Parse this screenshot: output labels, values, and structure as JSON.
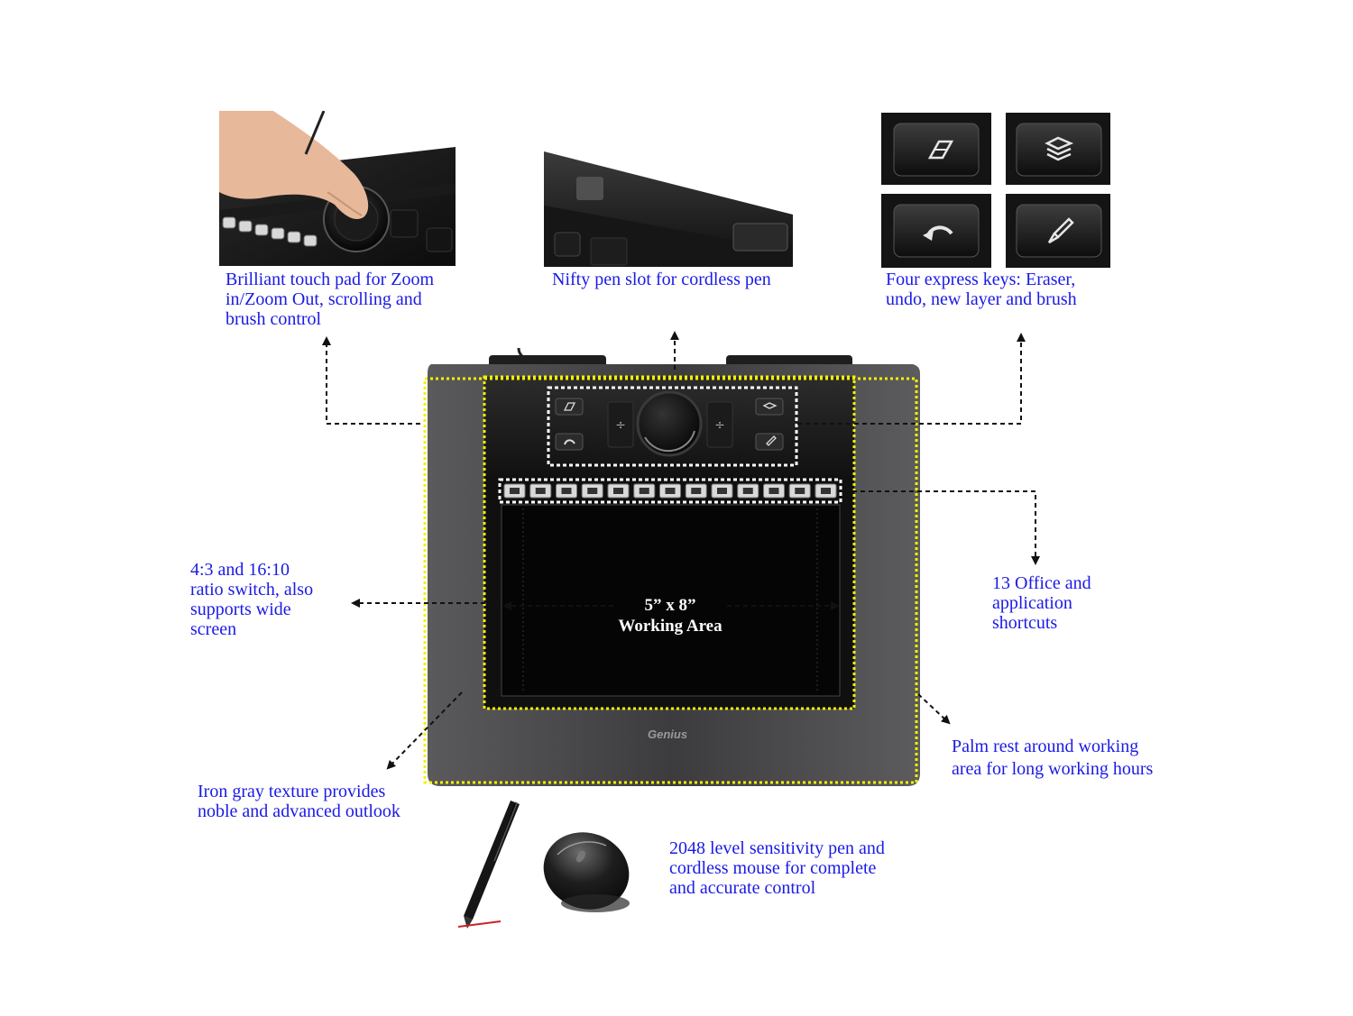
{
  "captions": {
    "touchpad": [
      "Brilliant touch pad for Zoom",
      "in/Zoom Out, scrolling and",
      "brush control"
    ],
    "pen_slot": [
      "Nifty pen slot for cordless pen"
    ],
    "express_keys": [
      "Four express keys: Eraser,",
      "undo, new layer and brush"
    ],
    "ratio_switch": [
      "4:3 and 16:10",
      "ratio switch, also",
      "supports wide",
      "screen"
    ],
    "shortcuts": [
      "13 Office and",
      "application",
      "shortcuts"
    ],
    "palm_rest": [
      "Palm rest around working",
      "area for long working hours"
    ],
    "texture": [
      "Iron gray texture provides",
      "noble and advanced outlook"
    ],
    "pen_mouse": [
      "2048 level sensitivity pen and",
      "cordless mouse for complete",
      "and accurate control"
    ]
  },
  "working_area": {
    "size": "5” x 8”",
    "label": "Working Area"
  },
  "brand_logo": "Genius",
  "icons": {
    "express_keys": [
      "eraser-icon",
      "layers-icon",
      "undo-icon",
      "brush-icon"
    ],
    "shortcut_count": 13
  },
  "colors": {
    "caption_text": "#1a1ae6",
    "tablet_body": "#4a4a4c",
    "working_area": "#050505",
    "highlight_yellow": "#f2f200",
    "callout_arrows": "#111111"
  }
}
